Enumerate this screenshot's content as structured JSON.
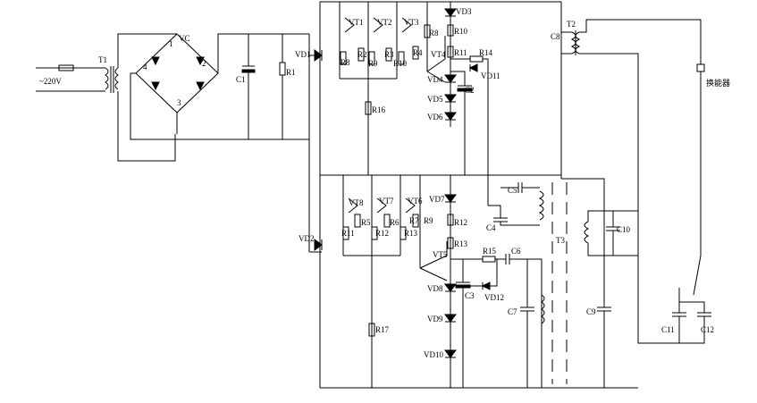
{
  "labels": {
    "mains": "~220V",
    "T1": "T1",
    "VC": "VC",
    "bridge_pin1": "1",
    "bridge_pin2": "2",
    "bridge_pin3": "3",
    "bridge_pin4": "4",
    "C1": "C1",
    "R1": "R1",
    "VD1": "VD1",
    "VD2": "VD2",
    "VT1": "VT1",
    "VT2": "VT2",
    "VT3": "VT3",
    "VT4": "VT4",
    "VT5": "VT5",
    "VT6": "VT6",
    "VT7": "VT7",
    "VT8": "VT8",
    "R2": "R2",
    "R3": "R3",
    "R4": "R4",
    "R5": "R5",
    "R6": "R6",
    "R7": "R7",
    "R8_left": "R8",
    "R8_right": "R8",
    "R9_top": "R9",
    "R9_bottom": "R9",
    "R10_left": "R10",
    "R10_right": "R10",
    "R11_left": "R11",
    "R11_right": "R11",
    "R12_left": "R12",
    "R12_right": "R12",
    "R13_left": "R13",
    "R13_right": "R13",
    "R14": "R14",
    "R15": "R15",
    "R16": "R16",
    "R17": "R17",
    "VD3": "VD3",
    "VD4": "VD4",
    "VD5": "VD5",
    "VD6": "VD6",
    "VD7": "VD7",
    "VD8": "VD8",
    "VD9": "VD9",
    "VD10": "VD10",
    "VD11": "VD11",
    "VD12": "VD12",
    "C2": "C2",
    "C3": "C3",
    "C4": "C4",
    "C5": "C5",
    "C6": "C6",
    "C7": "C7",
    "C8": "C8",
    "C9": "C9",
    "C10": "C10",
    "C11": "C11",
    "C12": "C12",
    "T2": "T2",
    "T3": "T3",
    "transducer": "换能器"
  }
}
